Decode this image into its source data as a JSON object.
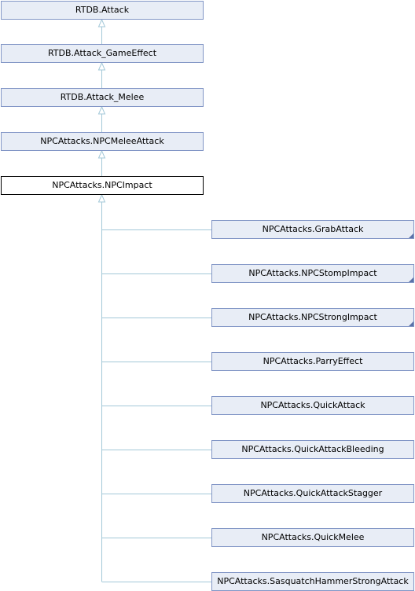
{
  "diagram": {
    "title": "",
    "edge_color": "#a3c8d8",
    "ancestors": [
      {
        "id": "attack",
        "label": "RTDB.Attack"
      },
      {
        "id": "attack-gameeffect",
        "label": "RTDB.Attack_GameEffect"
      },
      {
        "id": "attack-melee",
        "label": "RTDB.Attack_Melee"
      },
      {
        "id": "npcmeleeattack",
        "label": "NPCAttacks.NPCMeleeAttack"
      }
    ],
    "current": {
      "id": "npcimpact",
      "label": "NPCAttacks.NPCImpact"
    },
    "derived": [
      {
        "id": "grabattack",
        "label": "NPCAttacks.GrabAttack",
        "has_children": true
      },
      {
        "id": "npcstompimpact",
        "label": "NPCAttacks.NPCStompImpact",
        "has_children": true
      },
      {
        "id": "npcstrongimpact",
        "label": "NPCAttacks.NPCStrongImpact",
        "has_children": true
      },
      {
        "id": "parryeffect",
        "label": "NPCAttacks.ParryEffect",
        "has_children": false
      },
      {
        "id": "quickattack",
        "label": "NPCAttacks.QuickAttack",
        "has_children": false
      },
      {
        "id": "quickattackbleeding",
        "label": "NPCAttacks.QuickAttackBleeding",
        "has_children": false
      },
      {
        "id": "quickattackstagger",
        "label": "NPCAttacks.QuickAttackStagger",
        "has_children": false
      },
      {
        "id": "quickmelee",
        "label": "NPCAttacks.QuickMelee",
        "has_children": false
      },
      {
        "id": "sasquatchhammerstrongattack",
        "label": "NPCAttacks.SasquatchHammerStrongAttack",
        "has_children": false
      }
    ]
  }
}
